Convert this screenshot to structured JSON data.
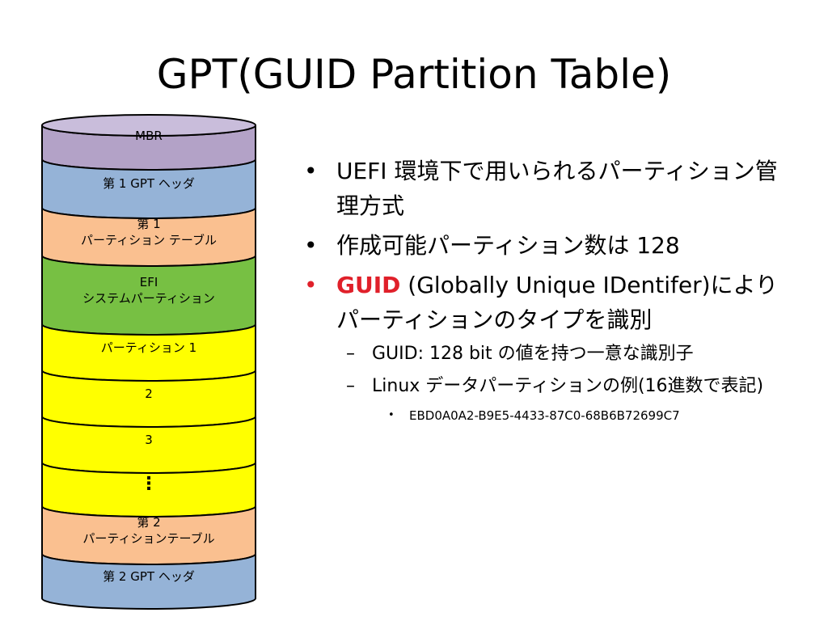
{
  "title": "GPT(GUID Partition Table)",
  "diagram": {
    "segments": [
      {
        "label_lines": [
          "MBR"
        ],
        "color": "#b3a2c7"
      },
      {
        "label_lines": [
          "第 1 GPT ヘッダ"
        ],
        "color": "#95b3d7"
      },
      {
        "label_lines": [
          "第 1",
          "パーティション テーブル"
        ],
        "color": "#fac090"
      },
      {
        "label_lines": [
          "EFI",
          "システムパーティション"
        ],
        "color": "#77c043"
      },
      {
        "label_lines": [
          "パーティション 1"
        ],
        "color": "#ffff00"
      },
      {
        "label_lines": [
          "2"
        ],
        "color": "#ffff00"
      },
      {
        "label_lines": [
          "3"
        ],
        "color": "#ffff00"
      },
      {
        "label_lines": [
          "⋮"
        ],
        "color": "#ffff00"
      },
      {
        "label_lines": [
          "第 2",
          "パーティションテーブル"
        ],
        "color": "#fac090"
      },
      {
        "label_lines": [
          "第 2 GPT ヘッダ"
        ],
        "color": "#95b3d7"
      }
    ]
  },
  "bullets": {
    "item1": "UEFI 環境下で用いられるパーティション管理方式",
    "item2": "作成可能パーティション数は 128",
    "item3_guid": "GUID",
    "item3_rest": " (Globally Unique IDentifer)によりパーティションのタイプを識別",
    "sub1": "GUID: 128 bit の値を持つ一意な識別子",
    "sub2": "Linux データパーティションの例(16進数で表記)",
    "subsub1": "EBD0A0A2-B9E5-4433-87C0-68B6B72699C7",
    "bullet_char": "•",
    "dash_char": "–",
    "red_color": "#e0202a"
  }
}
